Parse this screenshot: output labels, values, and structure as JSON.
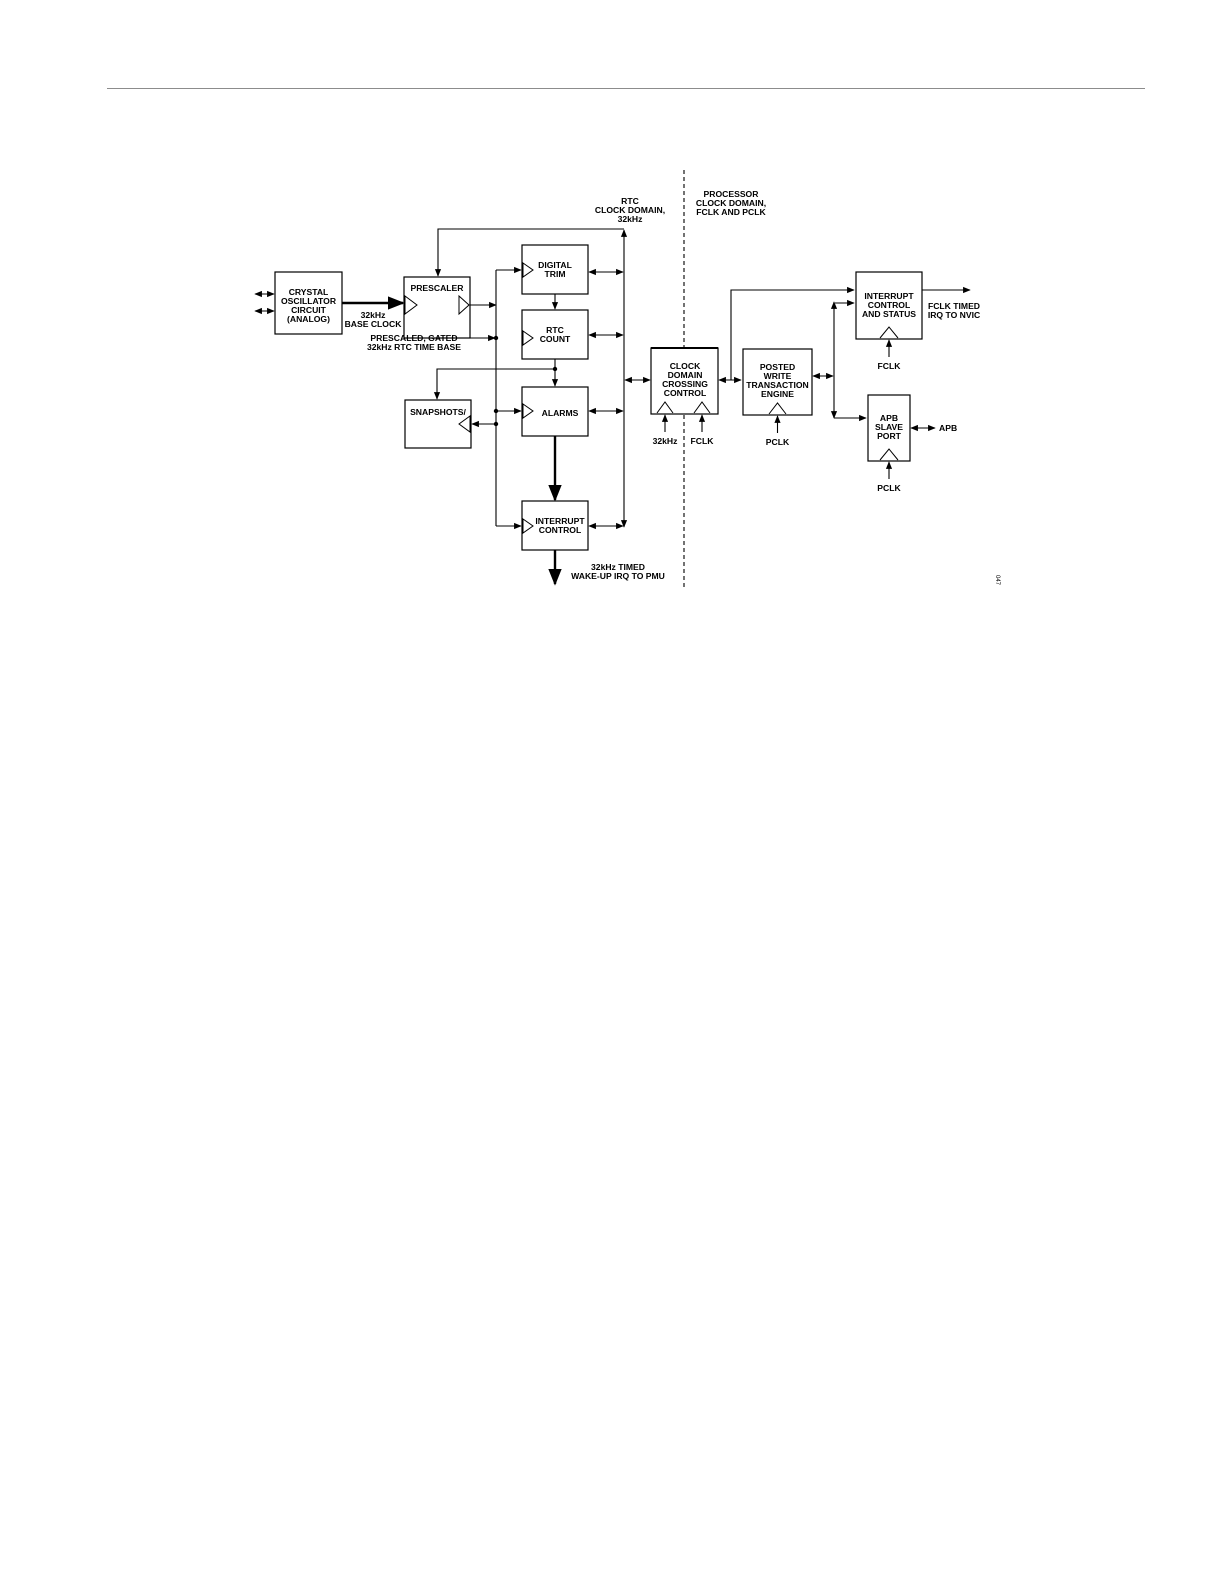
{
  "diagram": {
    "domains": {
      "rtc": [
        "RTC",
        "CLOCK DOMAIN,",
        "32kHz"
      ],
      "processor": [
        "PROCESSOR",
        "CLOCK DOMAIN,",
        "FCLK AND PCLK"
      ]
    },
    "blocks": {
      "crystal": [
        "CRYSTAL",
        "OSCILLATOR",
        "CIRCUIT",
        "(ANALOG)"
      ],
      "prescaler": [
        "PRESCALER"
      ],
      "digital_trim": [
        "DIGITAL",
        "TRIM"
      ],
      "rtc_count": [
        "RTC",
        "COUNT"
      ],
      "snapshots": [
        "SNAPSHOTS/"
      ],
      "alarms": [
        "ALARMS"
      ],
      "interrupt_control": [
        "INTERRUPT",
        "CONTROL"
      ],
      "cdc": [
        "CLOCK",
        "DOMAIN",
        "CROSSING",
        "CONTROL"
      ],
      "posted_write": [
        "POSTED",
        "WRITE",
        "TRANSACTION",
        "ENGINE"
      ],
      "int_ctrl_status": [
        "INTERRUPT",
        "CONTROL",
        "AND STATUS"
      ],
      "apb_slave": [
        "APB",
        "SLAVE",
        "PORT"
      ]
    },
    "labels": {
      "base_clock": [
        "32kHz",
        "BASE CLOCK"
      ],
      "time_base": [
        "PRESCALED, GATED",
        "32kHz RTC TIME BASE"
      ],
      "wakeup_irq": [
        "32kHz TIMED",
        "WAKE-UP IRQ TO PMU"
      ],
      "fclk_irq": [
        "FCLK TIMED",
        "IRQ TO NVIC"
      ],
      "cdc_clk_32k": "32kHz",
      "cdc_clk_fclk": "FCLK",
      "posted_pclk": "PCLK",
      "int_fclk": "FCLK",
      "apb_pclk": "PCLK",
      "apb_bus": "APB",
      "figure_id": "047"
    }
  }
}
